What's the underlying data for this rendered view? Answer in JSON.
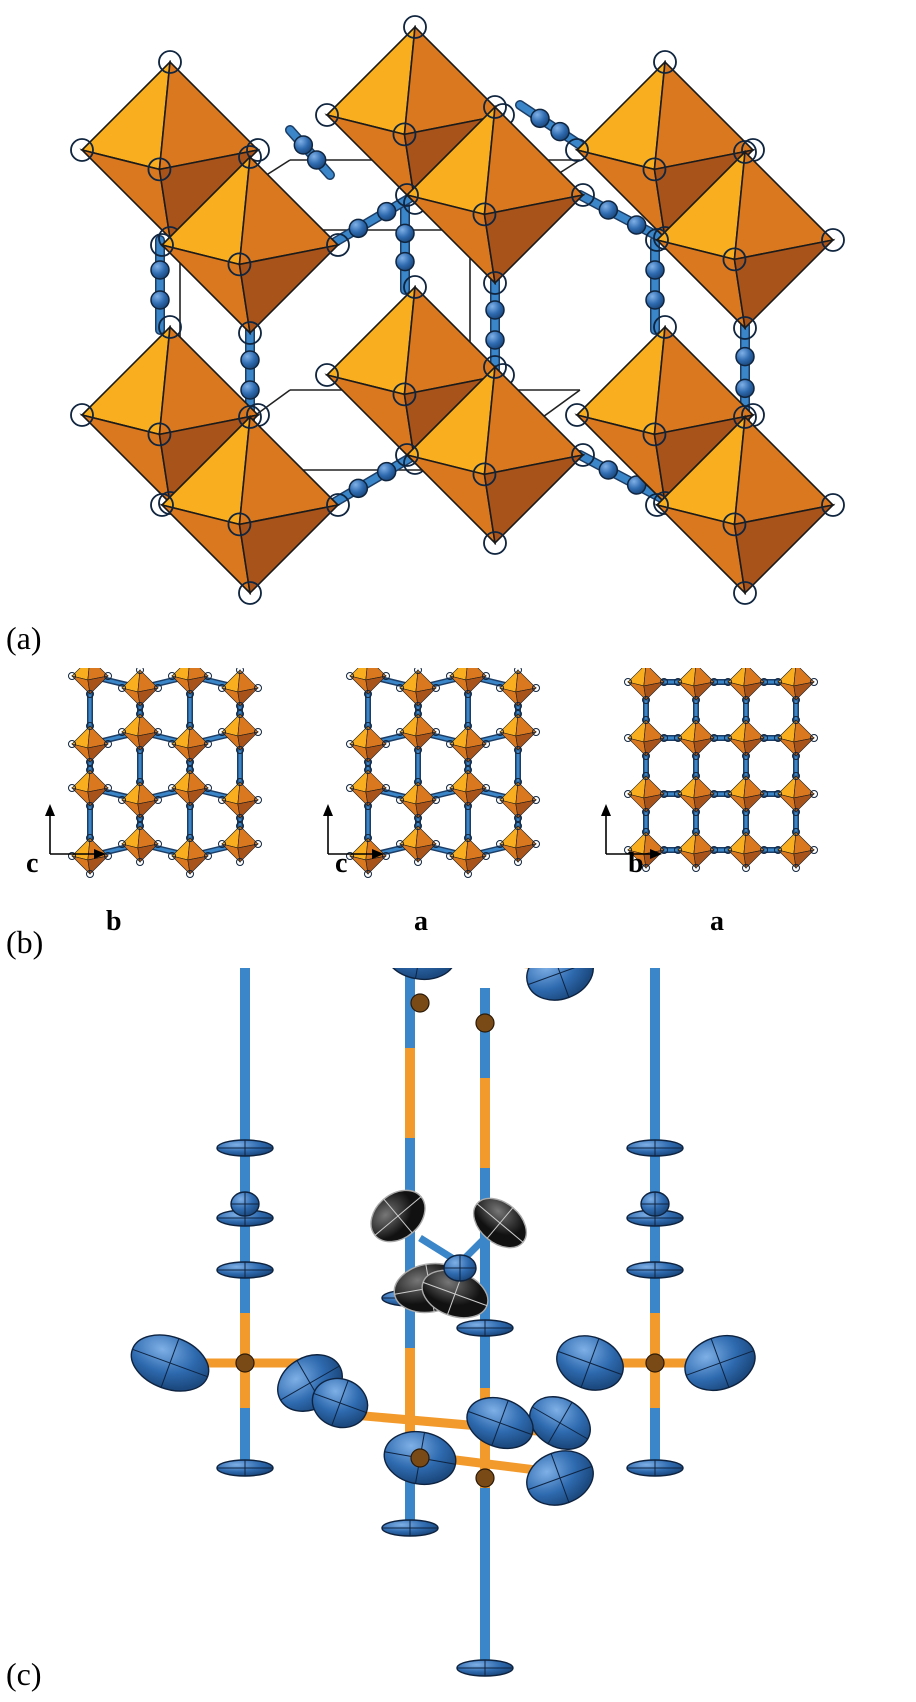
{
  "panels": {
    "a": {
      "label": "(a)"
    },
    "b": {
      "label": "(b)",
      "views": [
        {
          "vertical_axis": "c",
          "horizontal_axis": "b"
        },
        {
          "vertical_axis": "c",
          "horizontal_axis": "a"
        },
        {
          "vertical_axis": "b",
          "horizontal_axis": "a"
        }
      ]
    },
    "c": {
      "label": "(c)"
    }
  },
  "colors": {
    "octahedron_light": "#F8AE1F",
    "octahedron_mid": "#D9781E",
    "octahedron_dark": "#A8531A",
    "atom_blue": "#2F6BB0",
    "atom_highlight": "#7FB0E6",
    "bond_blue": "#3A86C8",
    "bond_orange": "#F39A2C",
    "cation_black": "#111111",
    "edge": "#1b1b1b"
  }
}
